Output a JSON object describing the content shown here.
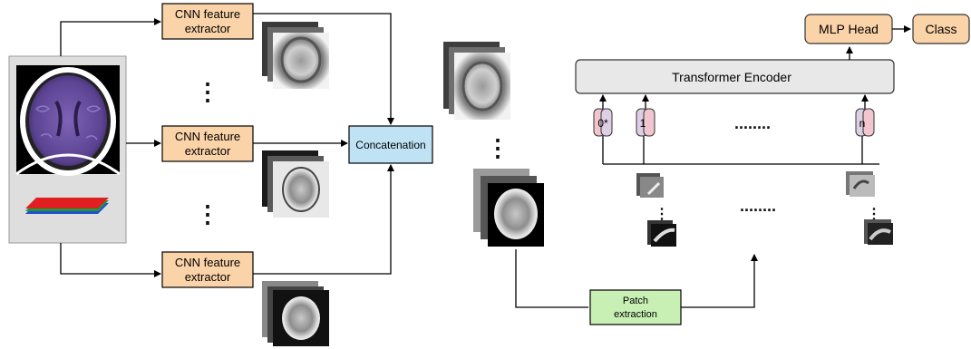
{
  "labels": {
    "cnn_top_line1": "CNN feature",
    "cnn_top_line2": "extractor",
    "cnn_mid_line1": "CNN feature",
    "cnn_mid_line2": "extractor",
    "cnn_bot_line1": "CNN feature",
    "cnn_bot_line2": "extractor",
    "concatenation": "Concatenation",
    "transformer_encoder": "Transformer Encoder",
    "mlp_head": "MLP Head",
    "class": "Class",
    "patch_extraction_line1": "Patch",
    "patch_extraction_line2": "extraction",
    "token_0": "0*",
    "token_1": "1",
    "token_n": "n"
  },
  "ellipsis": {
    "vertical": "⋮",
    "horizontal": "........"
  },
  "colors": {
    "cnn_box": "#fbd3a8",
    "concat_box": "#bfe3f5",
    "encoder_box": "#e8e8e8",
    "patch_box": "#c8f0b4",
    "input_panel": "#dedede",
    "scan_purple": "#6a4fa0",
    "layer_red": "#e02020",
    "layer_green": "#1f9a3a",
    "layer_blue": "#2050d0",
    "token_pink": "#f3c6cf",
    "token_lavender": "#ddd0e6"
  }
}
